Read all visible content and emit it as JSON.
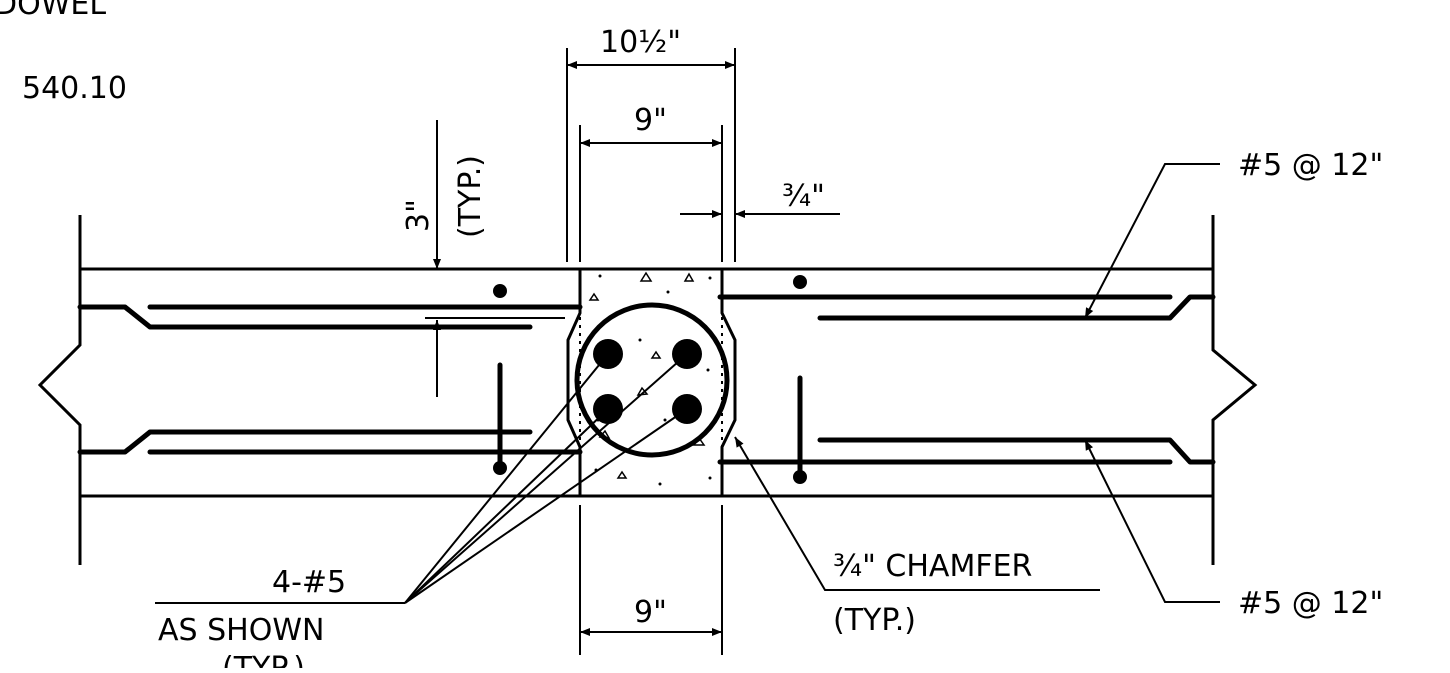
{
  "labels": {
    "title_fragment": "DOWEL",
    "ref_number": "540.10",
    "dim_top_outer": "10½\"",
    "dim_top_inner": "9\"",
    "dim_bottom": "9\"",
    "dim_chamfer": "¾\"",
    "cover_dim": "3\"",
    "cover_typ": "(TYP.)",
    "rebar_top": "#5 @ 12\"",
    "rebar_bottom": "#5 @ 12\"",
    "bars_count": "4-#5",
    "bars_note": "AS SHOWN",
    "bars_typ": "(TYP.)",
    "chamfer_note": "¾\" CHAMFER",
    "chamfer_typ": "(TYP.)"
  }
}
